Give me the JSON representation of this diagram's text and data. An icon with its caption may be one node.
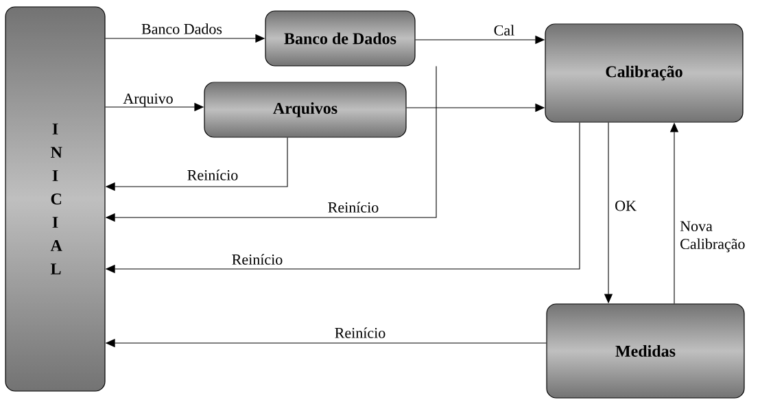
{
  "diagram": {
    "nodes": [
      {
        "text": [
          "I N I C I A L"
        ]
      },
      {
        "text": [
          "Banco de Dados"
        ]
      },
      {
        "text": [
          "Arquivos"
        ]
      },
      {
        "text": [
          "Calibração"
        ]
      },
      {
        "text": [
          "Medidas"
        ]
      }
    ],
    "edges": [
      {
        "from": 0,
        "to": 1,
        "arrow": "to",
        "label": "Banco Dados"
      },
      {
        "from": 1,
        "to": 3,
        "arrow": "to",
        "label": "Cal"
      },
      {
        "from": 0,
        "to": 2,
        "arrow": "to",
        "label": "Arquivo"
      },
      {
        "from": 2,
        "to": 3,
        "arrow": "to"
      },
      {
        "from": 2,
        "to": 0,
        "arrow": "to",
        "label": "Reinício"
      },
      {
        "from": 1,
        "to": 0,
        "arrow": "to",
        "label": "Reinício"
      },
      {
        "from": 3,
        "to": 0,
        "arrow": "to",
        "label": "Reinício"
      },
      {
        "from": 3,
        "to": 4,
        "arrow": "to",
        "label": "OK"
      },
      {
        "from": 4,
        "to": 3,
        "arrow": "to",
        "label": "Nova Calibração"
      },
      {
        "from": 4,
        "to": 0,
        "arrow": "to",
        "label": "Reinício"
      }
    ]
  }
}
